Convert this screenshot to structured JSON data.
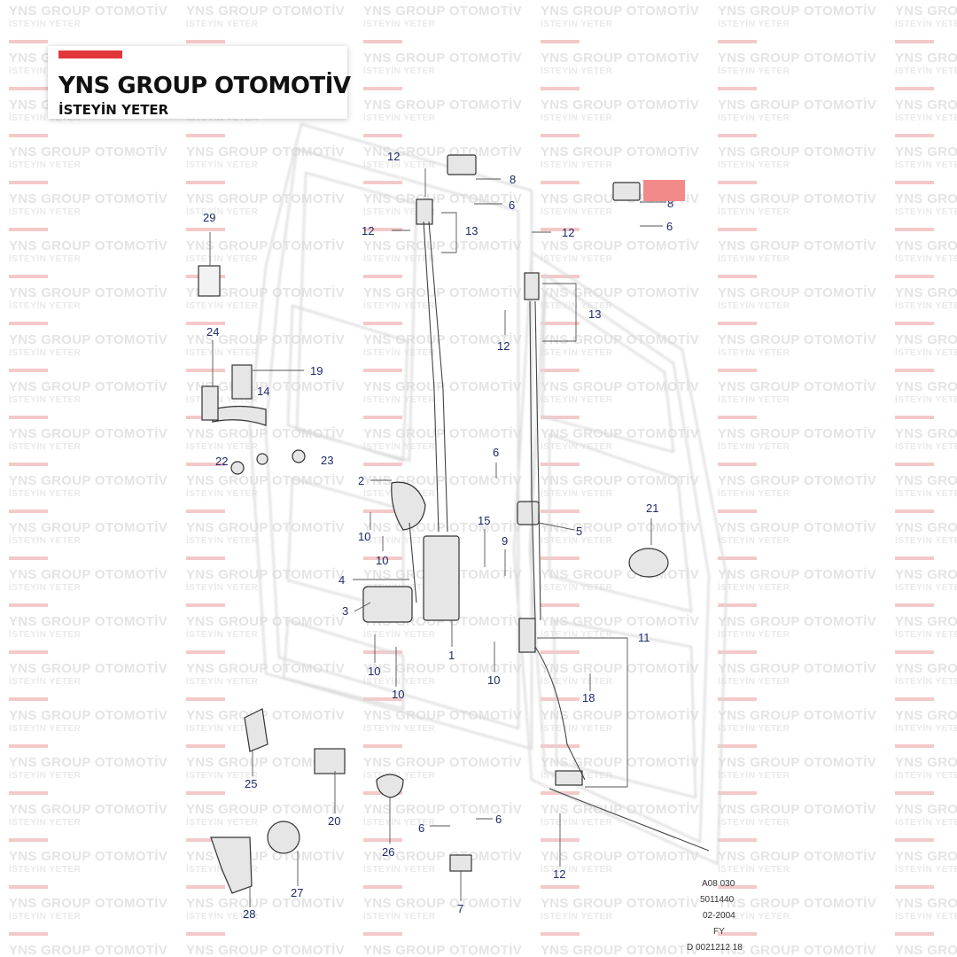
{
  "brand": {
    "title": "YNS GROUP OTOMOTİV",
    "subtitle": "İSTEYİN YETER",
    "bar_color": "#e2363b"
  },
  "watermark": {
    "title": "YNS GROUP OTOMOTİV",
    "subtitle": "İSTEYİN YETER"
  },
  "diagram": {
    "callouts": [
      "29",
      "24",
      "19",
      "14",
      "22",
      "23",
      "12",
      "8",
      "6",
      "12",
      "13",
      "8",
      "6",
      "12",
      "13",
      "12",
      "2",
      "6",
      "5",
      "21",
      "10",
      "10",
      "15",
      "9",
      "4",
      "3",
      "1",
      "10",
      "10",
      "10",
      "11",
      "18",
      "25",
      "20",
      "26",
      "6",
      "6",
      "27",
      "28",
      "7",
      "12"
    ],
    "drawing_codes": [
      "A08 030",
      "5011440",
      "02-2004",
      "FY",
      "D 0021212 18"
    ]
  },
  "colors": {
    "accent_red": "#e2363b",
    "highlight_box": "#f28a8a",
    "callout_text": "#1f2a6b"
  }
}
